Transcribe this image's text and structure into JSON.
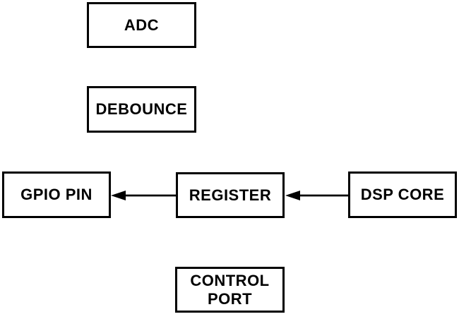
{
  "diagram": {
    "background_color": "#ffffff",
    "line_color": "#000000",
    "text_color": "#000000",
    "nodes": [
      {
        "id": "adc",
        "label": "ADC"
      },
      {
        "id": "debounce",
        "label": "DEBOUNCE"
      },
      {
        "id": "gpio-pin",
        "label": "GPIO PIN"
      },
      {
        "id": "register",
        "label": "REGISTER"
      },
      {
        "id": "dsp-core",
        "label": "DSP CORE"
      },
      {
        "id": "control-port",
        "label": "CONTROL PORT"
      }
    ],
    "edges": [
      {
        "from": "register",
        "to": "gpio-pin",
        "arrowhead": "left"
      },
      {
        "from": "dsp-core",
        "to": "register",
        "arrowhead": "left"
      }
    ]
  }
}
